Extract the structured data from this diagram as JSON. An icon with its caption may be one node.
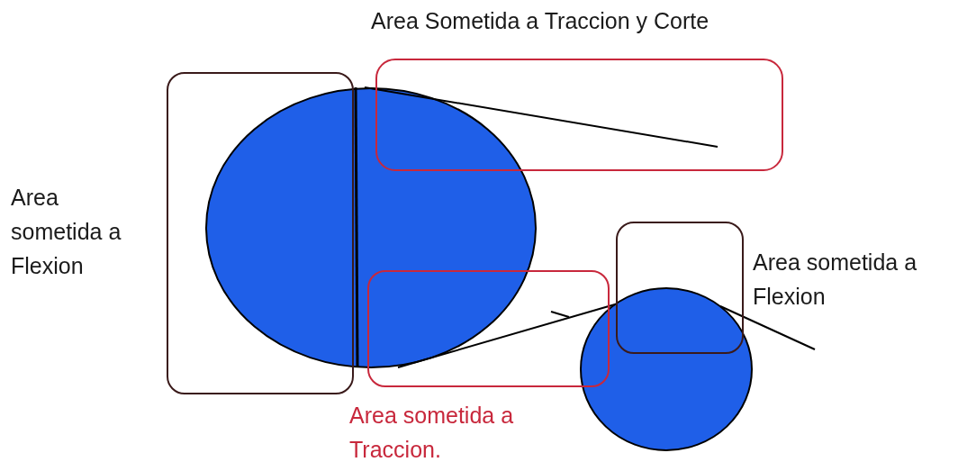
{
  "diagram": {
    "nodes": [
      {
        "text": [],
        "shape": "box",
        "beside": [
          "Area sometida a Flexion"
        ]
      },
      {
        "text": [],
        "shape": "box",
        "beside": [
          "Area Sometida a Traccion y Corte"
        ]
      },
      {
        "text": [],
        "shape": "box",
        "beside": [
          "Area sometida a Traccion."
        ]
      },
      {
        "text": [],
        "shape": "box",
        "beside": [
          "Area sometida a Flexion"
        ]
      }
    ]
  }
}
